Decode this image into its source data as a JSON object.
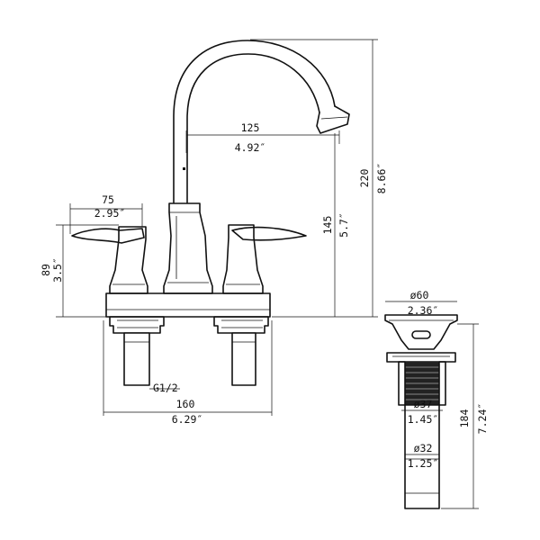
{
  "faucet": {
    "spout_reach": {
      "mm": "125",
      "inch": "4.92″"
    },
    "total_height": {
      "mm": "220",
      "inch": "8.66″"
    },
    "spout_height": {
      "mm": "145",
      "inch": "5.7″"
    },
    "handle_length": {
      "mm": "75",
      "inch": "2.95″"
    },
    "handle_height": {
      "mm": "89",
      "inch": "3.5″"
    },
    "thread": "G1/2",
    "center_spread": {
      "mm": "160",
      "inch": "6.29″"
    }
  },
  "drain": {
    "cap_diameter": {
      "mm": "ø60",
      "inch": "2.36″"
    },
    "body_diameter": {
      "mm": "ø37",
      "inch": "1.45″"
    },
    "tail_diameter": {
      "mm": "ø32",
      "inch": "1.25″"
    },
    "length": {
      "mm": "184",
      "inch": "7.24″"
    }
  }
}
